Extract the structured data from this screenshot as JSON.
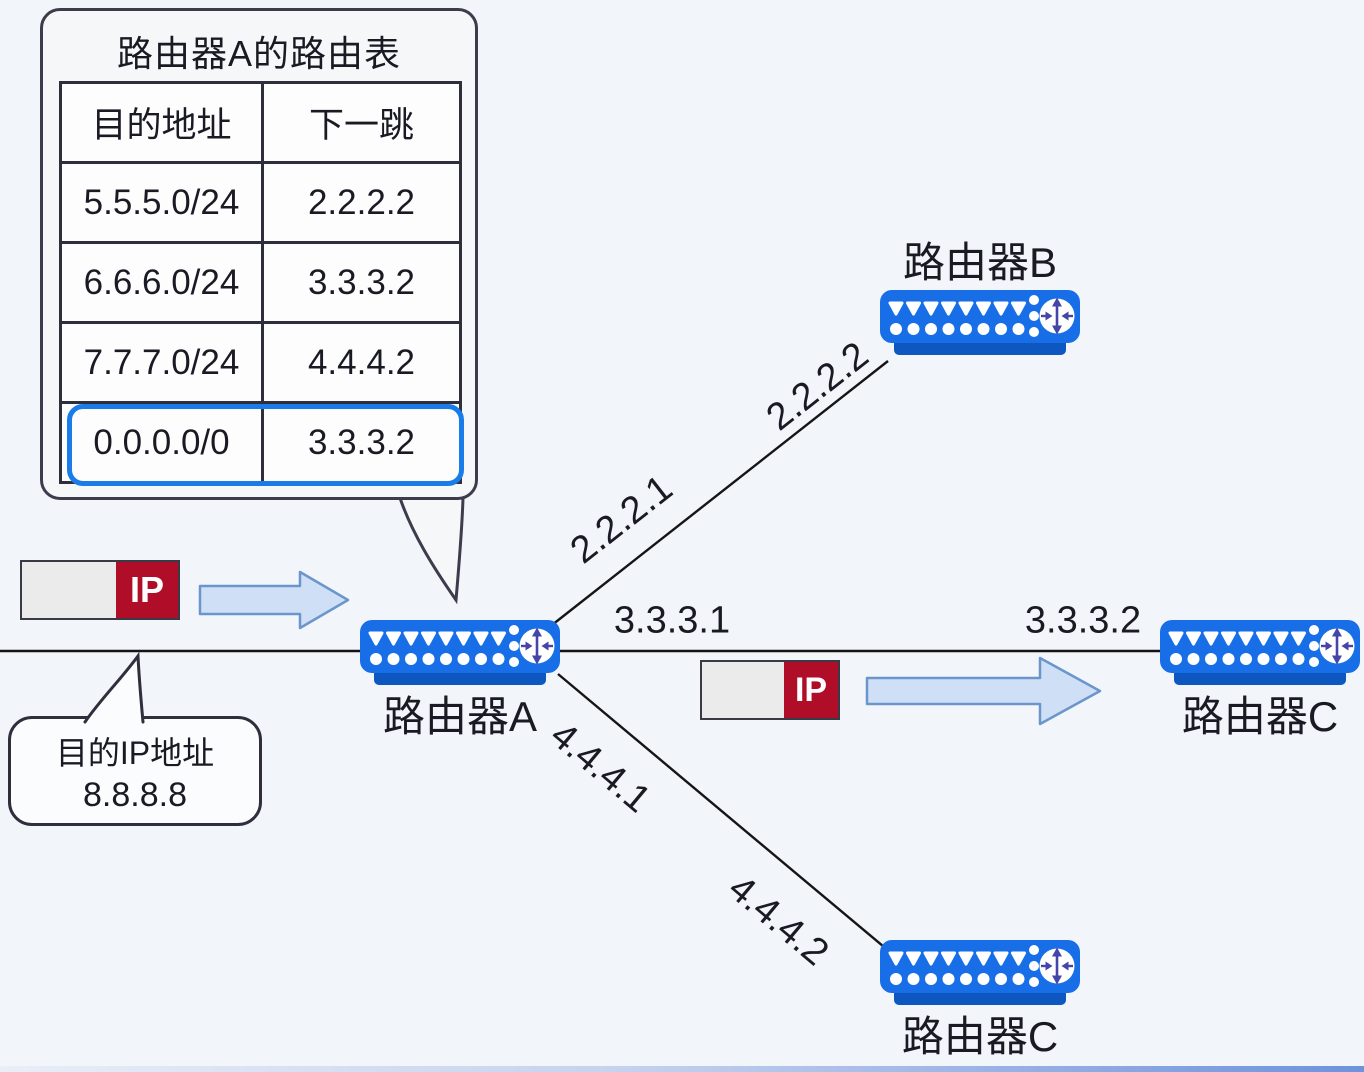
{
  "routing_table": {
    "title": "路由器A的路由表",
    "columns": [
      "目的地址",
      "下一跳"
    ],
    "rows": [
      {
        "dest": "5.5.5.0/24",
        "next_hop": "2.2.2.2",
        "highlighted": false
      },
      {
        "dest": "6.6.6.0/24",
        "next_hop": "3.3.3.2",
        "highlighted": false
      },
      {
        "dest": "7.7.7.0/24",
        "next_hop": "4.4.4.2",
        "highlighted": false
      },
      {
        "dest": "0.0.0.0/0",
        "next_hop": "3.3.3.2",
        "highlighted": true
      }
    ]
  },
  "routers": {
    "a": {
      "label": "路由器A"
    },
    "b": {
      "label": "路由器B"
    },
    "c_right": {
      "label": "路由器C"
    },
    "c_bottom": {
      "label": "路由器C"
    }
  },
  "links": {
    "ab": {
      "near": "2.2.2.1",
      "far": "2.2.2.2"
    },
    "ac_right": {
      "near": "3.3.3.1",
      "far": "3.3.3.2"
    },
    "ac_bottom": {
      "near": "4.4.4.1",
      "far": "4.4.4.2"
    }
  },
  "packet": {
    "label": "IP"
  },
  "bubble": {
    "line1": "目的IP地址",
    "line2": "8.8.8.8"
  },
  "colors": {
    "background": "#f2f5fa",
    "router_blue": "#176ee7",
    "router_base_blue": "#0f57c0",
    "router_glyph_blue": "#4345a8",
    "packet_red": "#b00d28",
    "highlight_border": "#1a7ce8",
    "arrow_fill": "#cfe0f6",
    "arrow_stroke": "#6b96cc",
    "line_color": "#151515"
  }
}
